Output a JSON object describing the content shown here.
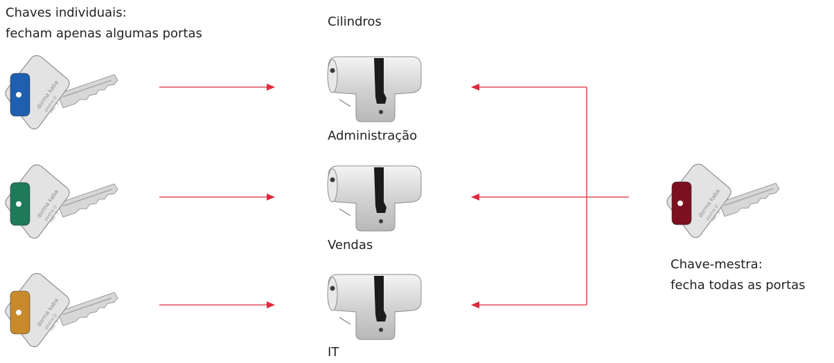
{
  "individual_keys_label": {
    "line1": "Chaves individuais:",
    "line2": "fecham apenas algumas portas"
  },
  "cylinders_heading": "Cilindros",
  "cylinders": [
    {
      "label": "Administração"
    },
    {
      "label": "Vendas"
    },
    {
      "label": "IT"
    }
  ],
  "individual_keys": [
    {
      "color_name": "blue",
      "color": "#1f5fb0"
    },
    {
      "color_name": "green",
      "color": "#1f7a5a"
    },
    {
      "color_name": "gold",
      "color": "#c98a2c"
    }
  ],
  "master_key": {
    "color_name": "dark-red",
    "color": "#7a1020",
    "label_line1": "Chave-mestra:",
    "label_line2": "fecha todas as portas"
  },
  "key_engraving": {
    "brand": "dorma",
    "brand2": "kaba",
    "model": "pextra Q",
    "patent": "PAT. 3"
  },
  "arrow_color": "#e0283c"
}
